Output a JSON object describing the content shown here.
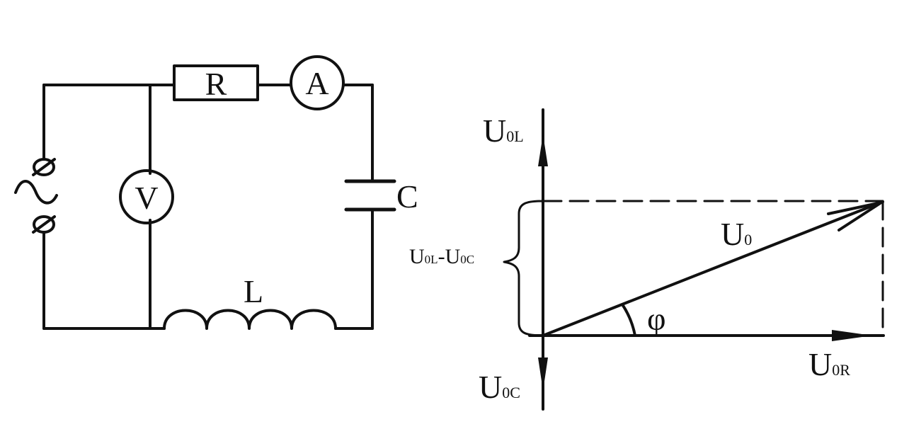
{
  "circuit": {
    "resistor_label": "R",
    "ammeter_label": "A",
    "voltmeter_label": "V",
    "capacitor_label": "C",
    "inductor_label": "L"
  },
  "phasor": {
    "u0l": {
      "main": "U",
      "sub": "0L"
    },
    "u0c": {
      "main": "U",
      "sub": "0C"
    },
    "u0": {
      "main": "U",
      "sub": "0"
    },
    "u0r": {
      "main": "U",
      "sub": "0R"
    },
    "angle": "φ",
    "diff": {
      "m1": "U",
      "s1": "0L",
      "dash": "-",
      "m2": "U",
      "s2": "0C"
    }
  }
}
